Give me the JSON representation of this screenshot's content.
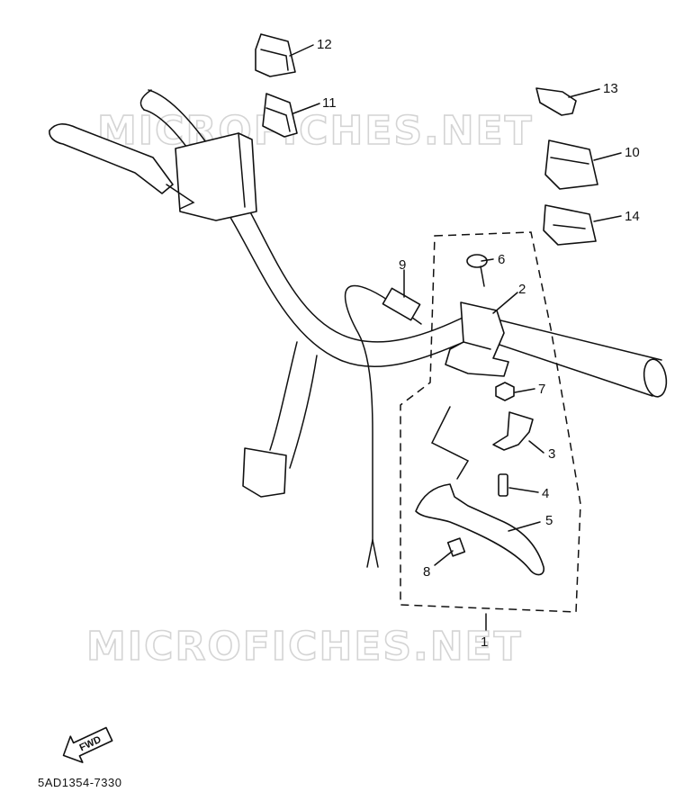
{
  "watermark": "MICROFICHES.NET",
  "fwd_label": "FWD",
  "diagram_code": "5AD1354-7330",
  "callouts": {
    "p1": "1",
    "p2": "2",
    "p3": "3",
    "p4": "4",
    "p5": "5",
    "p6": "6",
    "p7": "7",
    "p8": "8",
    "p9": "9",
    "p10": "10",
    "p11": "11",
    "p12": "12",
    "p13": "13",
    "p14": "14"
  }
}
